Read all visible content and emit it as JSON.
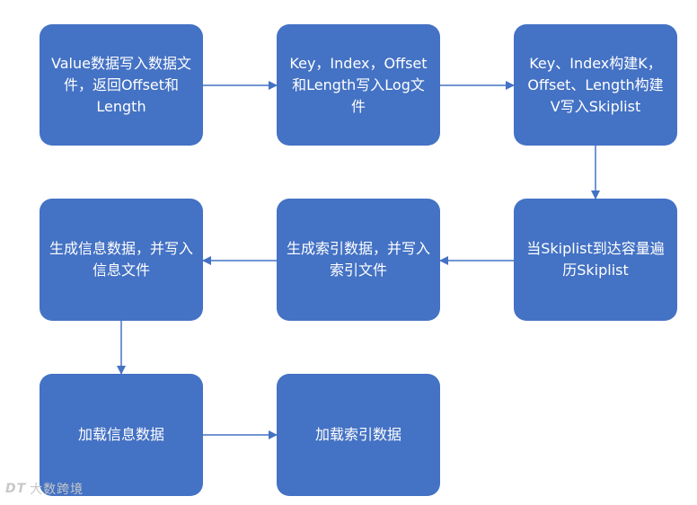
{
  "colors": {
    "node_fill": "#4472C4",
    "node_text": "#ffffff",
    "arrow": "#4472C4"
  },
  "nodes": [
    {
      "id": "n1",
      "text": "Value数据写入数据文件，返回Offset和Length"
    },
    {
      "id": "n2",
      "text": "Key，Index，Offset和Length写入Log文件"
    },
    {
      "id": "n3",
      "text": "Key、Index构建K，Offset、Length构建V写入Skiplist"
    },
    {
      "id": "n4",
      "text": "当Skiplist到达容量遍历Skiplist"
    },
    {
      "id": "n5",
      "text": "生成索引数据，并写入索引文件"
    },
    {
      "id": "n6",
      "text": "生成信息数据，并写入信息文件"
    },
    {
      "id": "n7",
      "text": "加载信息数据"
    },
    {
      "id": "n8",
      "text": "加载索引数据"
    }
  ],
  "edges": [
    {
      "from": "n1",
      "to": "n2"
    },
    {
      "from": "n2",
      "to": "n3"
    },
    {
      "from": "n3",
      "to": "n4"
    },
    {
      "from": "n4",
      "to": "n5"
    },
    {
      "from": "n5",
      "to": "n6"
    },
    {
      "from": "n6",
      "to": "n7"
    },
    {
      "from": "n7",
      "to": "n8"
    }
  ],
  "watermark": {
    "logo": "DT",
    "text": "大数跨境"
  }
}
